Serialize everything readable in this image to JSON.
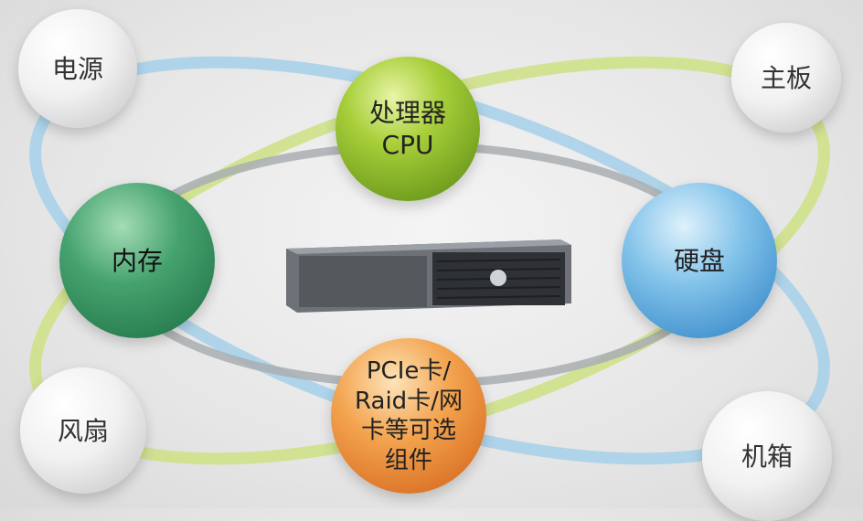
{
  "nodes": {
    "power": "电源",
    "cpu_line1": "处理器",
    "cpu_line2": "CPU",
    "motherboard": "主板",
    "memory": "内存",
    "disk": "硬盘",
    "fan": "风扇",
    "pcie_line1": "PCIe卡/",
    "pcie_line2": "Raid卡/网",
    "pcie_line3": "卡等可选",
    "pcie_line4": "组件",
    "chassis": "机箱"
  },
  "colors": {
    "blue_ring": "#a9d2ea",
    "green_ring": "#cfe18a",
    "gray_ring": "#a9aeb2"
  }
}
